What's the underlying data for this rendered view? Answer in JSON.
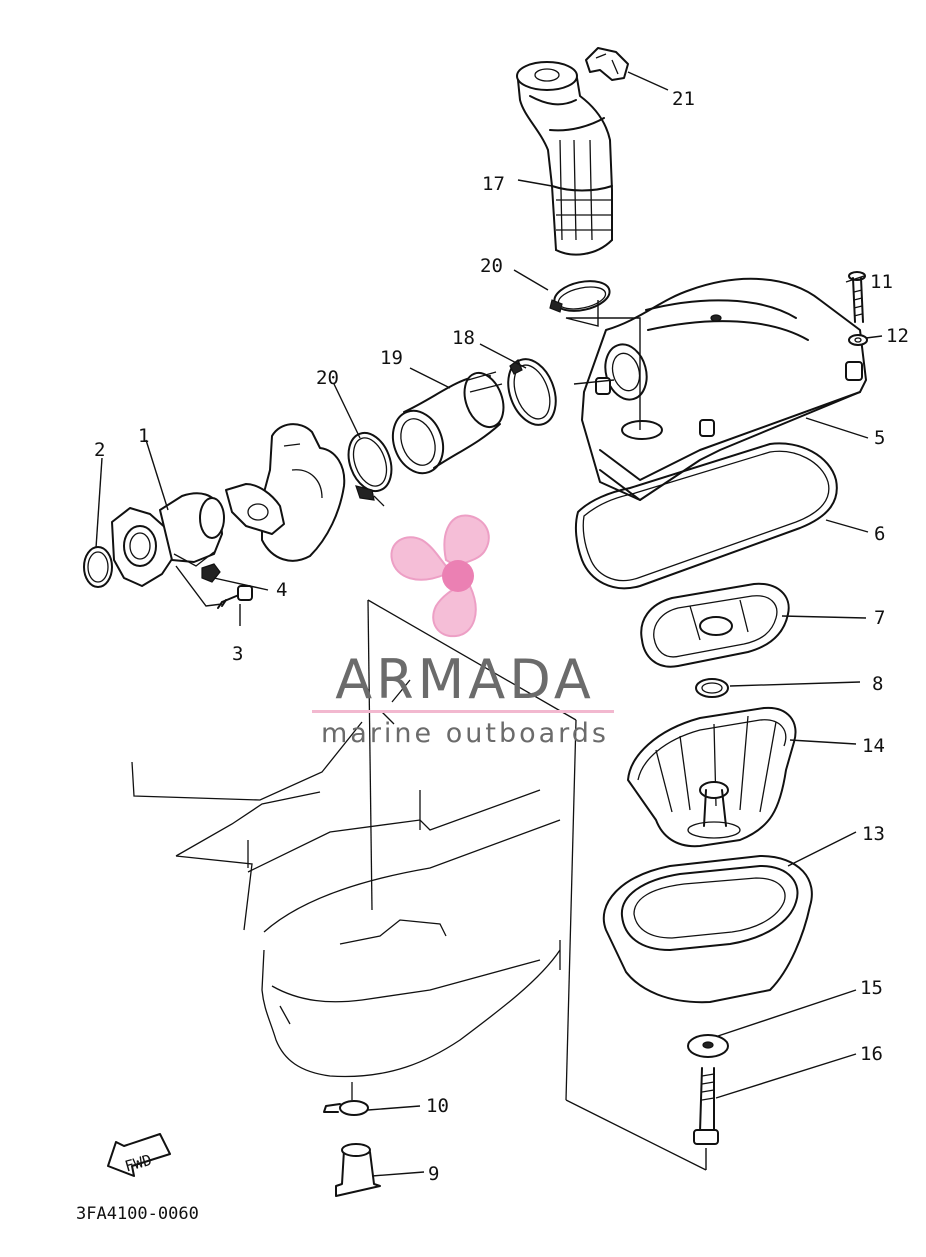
{
  "diagram": {
    "part_code": "3FA4100-0060",
    "fwd_label": "FWD",
    "callouts": [
      "1",
      "2",
      "3",
      "4",
      "5",
      "6",
      "7",
      "8",
      "9",
      "10",
      "11",
      "12",
      "13",
      "14",
      "15",
      "16",
      "17",
      "18",
      "19",
      "20",
      "20",
      "21"
    ]
  },
  "watermark": {
    "brand": "ARMADA",
    "tagline": "marine outboards",
    "colors": {
      "logo_pink": "#f0a8c8",
      "logo_center": "#e86aa6",
      "text_gray": "#6b6b6b"
    }
  }
}
